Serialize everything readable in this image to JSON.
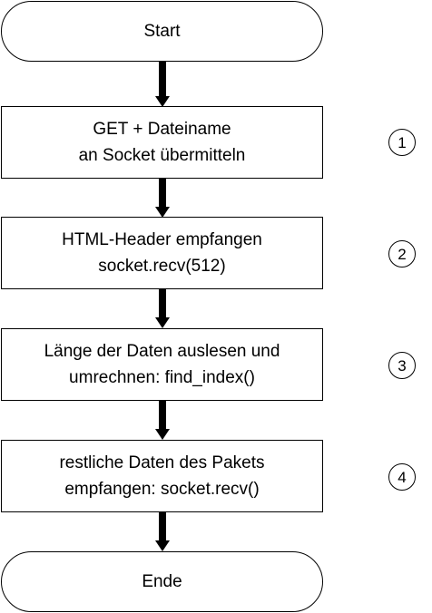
{
  "nodes": {
    "start": {
      "text": "Start"
    },
    "step1": {
      "line1": "GET + Dateiname",
      "line2": "an Socket übermitteln",
      "number": "1"
    },
    "step2": {
      "line1": "HTML-Header empfangen",
      "line2": "socket.recv(512)",
      "number": "2"
    },
    "step3": {
      "line1": "Länge der Daten auslesen und",
      "line2": "umrechnen: find_index()",
      "number": "3"
    },
    "step4": {
      "line1": "restliche Daten des Pakets",
      "line2": "empfangen: socket.recv()",
      "number": "4"
    },
    "end": {
      "text": "Ende"
    }
  },
  "edges": [
    {
      "from": "start",
      "to": "step1"
    },
    {
      "from": "step1",
      "to": "step2"
    },
    {
      "from": "step2",
      "to": "step3"
    },
    {
      "from": "step3",
      "to": "step4"
    },
    {
      "from": "step4",
      "to": "end"
    }
  ]
}
